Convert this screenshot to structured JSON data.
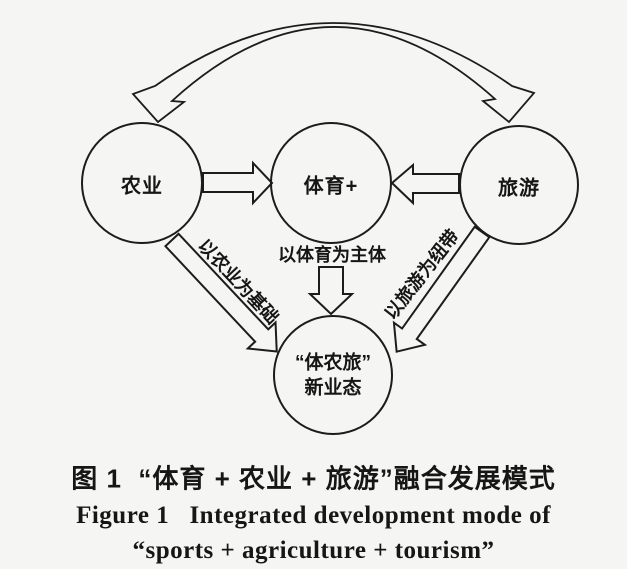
{
  "diagram": {
    "nodes": {
      "agriculture": {
        "label": "农业"
      },
      "sports": {
        "label": "体育+"
      },
      "tourism": {
        "label": "旅游"
      },
      "new_format": {
        "label_line1": "“体农旅”",
        "label_line2": "新业态"
      }
    },
    "edge_labels": {
      "agriculture_to_new": "以农业为基础",
      "sports_to_new": "以体育为主体",
      "tourism_to_new": "以旅游为纽带"
    }
  },
  "caption": {
    "zh": "图 1  “体育 + 农业 + 旅游”融合发展模式",
    "en_line1": "Figure 1   Integrated development mode of",
    "en_line2": "“sports + agriculture + tourism”"
  },
  "colors": {
    "background": "#f5f5f3",
    "stroke": "#1c1c1c"
  }
}
